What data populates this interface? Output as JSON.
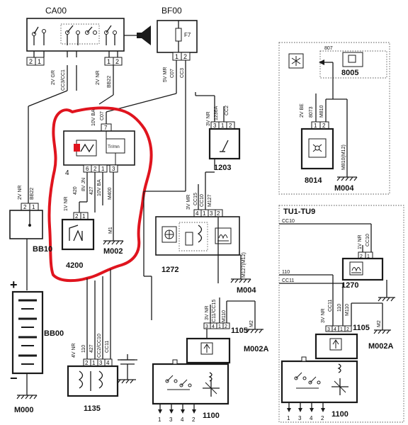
{
  "components": {
    "ca00": "CA00",
    "bf00": "BF00",
    "f7": "F7",
    "c4": "4",
    "timer": "Tr/mn",
    "c4200": "4200",
    "m002": "M002",
    "c1203": "1203",
    "c1272": "1272",
    "m004": "M004",
    "bb10": "BB10",
    "bb00": "BB00",
    "m000": "M000",
    "c1135": "1135",
    "c1100": "1100",
    "c1105": "1105",
    "m002a": "M002A",
    "c8014": "8014",
    "c8005": "8005",
    "m004_r": "M004",
    "tu_title": "TU1-TU9",
    "c1270": "1270",
    "c1105_r": "1105",
    "m002a_r": "M002A",
    "c1100_r": "1100"
  },
  "wire_labels": {
    "gr2v": "2V GR",
    "cc3_cc1": "CC3/CC1",
    "nr2v_a": "2V NR",
    "bb22_a": "BB22",
    "mr5v": "5V MR",
    "c07_a": "C07",
    "cc3_a": "CC3",
    "ba10v": "10V BA",
    "c07_b": "C07",
    "nr3v": "3V NR",
    "w1236a": "1236A",
    "cc2": "CC2",
    "nr2v_b": "2V NR",
    "bb22_b": "BB22",
    "nr1v": "1V NR",
    "w420": "420",
    "jn8v": "8V JN",
    "w427": "427",
    "ba10v_b": "10V BA",
    "m400": "M400",
    "m1": "M1",
    "mr3v": "3V MR",
    "cc15": "CC15",
    "cc10": "CC10",
    "m127": "M127",
    "m127m12": "M127(M12)",
    "nr3v_b": "3V NR",
    "cc11_cc15": "CC11/CC15",
    "m110": "M110",
    "m2": "M2",
    "nr4v": "4V NR",
    "w110": "110",
    "w427_b": "427",
    "cc2_cc10": "CC2/CC10",
    "cc11": "CC11",
    "be2v": "2V BE",
    "w8073": "8073",
    "m810": "M810",
    "m810m12": "M810(M12)",
    "w807": "807",
    "cc10_r": "CC10",
    "nr1v_r": "1V NR",
    "cc10_r2": "CC10",
    "w110_r": "110",
    "cc11_r": "CC11",
    "nr3v_r": "3V NR",
    "cc11_r2": "CC11",
    "w110_r2": "110",
    "m110_r": "M110",
    "m2_r": "M2"
  },
  "pins": {
    "ca00_left": [
      "2",
      "1"
    ],
    "ca00_right": [
      "1",
      "2"
    ],
    "bf00": [
      "1",
      "2"
    ],
    "c4_top": "7",
    "c4_bottom": [
      "6",
      "2",
      "1",
      "3"
    ],
    "c4200": [
      "2",
      "1"
    ],
    "c1203": [
      "3",
      "1",
      "2"
    ],
    "c1272": [
      "4",
      "1",
      "3",
      "2"
    ],
    "bb10": [
      "2",
      "1"
    ],
    "c1135": [
      "2",
      "1",
      "3",
      "4"
    ],
    "c1105": [
      "3",
      "4",
      "1",
      "2"
    ],
    "c1100_out": [
      "1",
      "3",
      "4",
      "2"
    ],
    "c8014": [
      "1",
      "2"
    ],
    "c1270": [
      "2",
      "1"
    ],
    "c1105_r": [
      "3",
      "4",
      "1",
      "2"
    ],
    "c1100_r_out": [
      "1",
      "3",
      "4",
      "2"
    ]
  },
  "polarity": {
    "plus": "+",
    "minus": "−"
  },
  "icons": [
    "horn-icon",
    "fuse-icon",
    "relay-icon",
    "switch-icon",
    "fan-icon",
    "snowflake-icon",
    "thermostat-icon",
    "ground-icon",
    "battery-icon",
    "capacitor-icon"
  ],
  "colors": {
    "ink": "#1a1a1a",
    "highlight": "#e0141e",
    "background": "#ffffff"
  }
}
